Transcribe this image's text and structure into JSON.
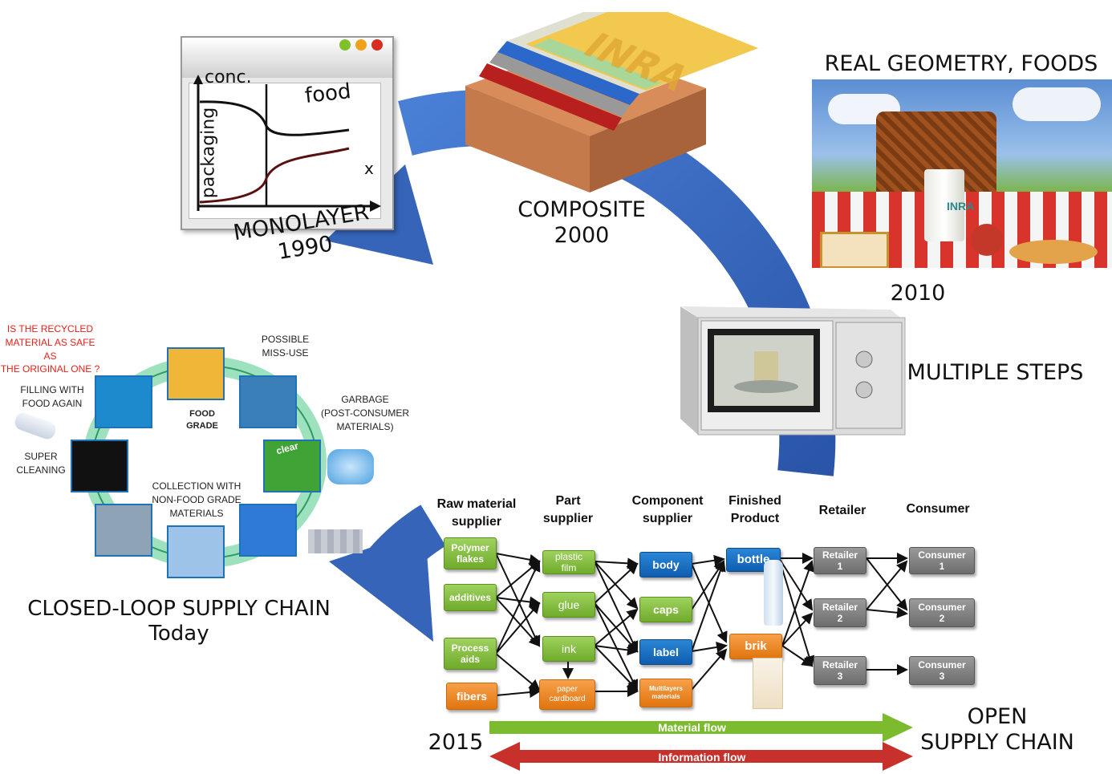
{
  "timeline": {
    "monolayer": {
      "title": "MONOLAYER",
      "year": "1990"
    },
    "composite": {
      "title": "COMPOSITE",
      "year": "2000"
    },
    "real_geometry": {
      "title": "REAL GEOMETRY, FOODS"
    },
    "multiple_steps": {
      "year": "2010",
      "title": "MULTIPLE STEPS"
    },
    "open_chain": {
      "year": "2015",
      "line1": "OPEN",
      "line2": "SUPPLY CHAIN"
    },
    "closed_loop": {
      "line1": "CLOSED-LOOP SUPPLY CHAIN",
      "line2": "Today"
    }
  },
  "monolayer_plot": {
    "ylabel": "conc.",
    "region_packaging": "packaging",
    "region_food": "food",
    "xlabel": "x"
  },
  "composite_label": "INRA",
  "food_brand": "INRA",
  "closed_loop_cycle": {
    "question": "IS THE RECYCLED\nMATERIAL AS SAFE AS\nTHE ORIGINAL ONE ?",
    "misuse": "POSSIBLE\nMISS-USE",
    "filling": "FILLING WITH\nFOOD AGAIN",
    "garbage": "GARBAGE\n(POST-CONSUMER\nMATERIALS)",
    "center": "FOOD\nGRADE",
    "super_cleaning": "SUPER\nCLEANING",
    "collection": "COLLECTION WITH\nNON-FOOD GRADE\nMATERIALS",
    "clear_label": "clear"
  },
  "supply_chain": {
    "columns": [
      "Raw material\nsupplier",
      "Part\nsupplier",
      "Component\nsupplier",
      "Finished\nProduct",
      "Retailer",
      "Consumer"
    ],
    "raw": [
      "Polymer\nflakes",
      "additives",
      "Process\naids",
      "fibers"
    ],
    "part": [
      "plastic\nfilm",
      "glue",
      "ink",
      "paper\ncardboard"
    ],
    "component": [
      "body",
      "caps",
      "label",
      "Multilayers\nmaterials"
    ],
    "finished": [
      "bottle",
      "brik"
    ],
    "retailer": [
      "Retailer\n1",
      "Retailer\n2",
      "Retailer\n3"
    ],
    "consumer": [
      "Consumer\n1",
      "Consumer\n2",
      "Consumer\n3"
    ],
    "material_flow": "Material flow",
    "information_flow": "Information flow"
  },
  "colors": {
    "cycle_arrow": "#3a6bc4",
    "raw_green": "#7ab83a",
    "orange": "#ee8a22",
    "blue": "#1565c0",
    "gray": "#7a7a7a",
    "material_arrow": "#7cbb2e",
    "info_arrow": "#c8302c"
  }
}
